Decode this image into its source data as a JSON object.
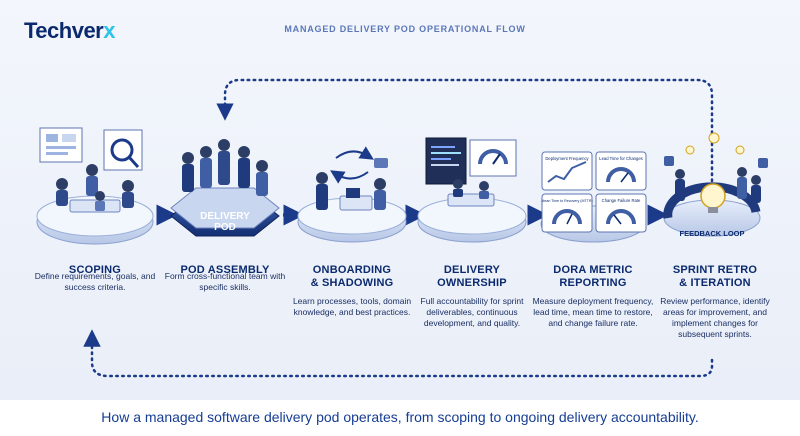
{
  "brand": {
    "name_main": "Techver",
    "name_accent": "x"
  },
  "flow_title": "MANAGED DELIVERY POD OPERATIONAL FLOW",
  "steps": [
    {
      "title_line1": "SCOPING",
      "title_line2": "",
      "desc": "Define requirements, goals, and success criteria."
    },
    {
      "title_line1": "POD ASSEMBLY",
      "title_line2": "",
      "desc": "Form cross-functional team with specific skills."
    },
    {
      "title_line1": "ONBOARDING",
      "title_line2": "& SHADOWING",
      "desc": "Learn processes, tools, domain knowledge, and best practices."
    },
    {
      "title_line1": "DELIVERY",
      "title_line2": "OWNERSHIP",
      "desc": "Full accountability for sprint deliverables, continuous development, and quality."
    },
    {
      "title_line1": "DORA METRIC",
      "title_line2": "REPORTING",
      "desc": "Measure deployment frequency, lead time, mean time to restore, and change failure rate."
    },
    {
      "title_line1": "SPRINT RETRO",
      "title_line2": "& ITERATION",
      "desc": "Review performance, identify areas for improvement, and implement changes for subsequent sprints."
    }
  ],
  "pod_badge": {
    "line1": "DELIVERY",
    "line2": "POD"
  },
  "dora_cards": [
    "Deployment Frequency",
    "Lead Time for Changes",
    "Mean Time to Recovery (MTTR)",
    "Change Failure Rate"
  ],
  "feedback_label": "FEEDBACK LOOP",
  "caption": "How a managed software delivery pod operates, from scoping to ongoing delivery accountability.",
  "colors": {
    "navy": "#0b2a6e",
    "accent": "#2ec4e6",
    "dotted": "#1b3a8a",
    "platform": "#c9d6f0"
  }
}
